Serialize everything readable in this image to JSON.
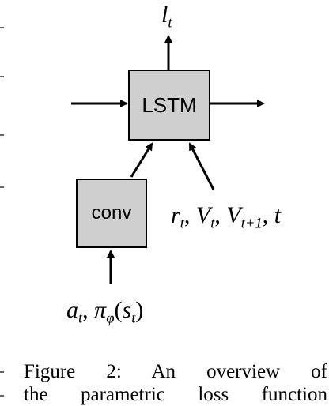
{
  "nodes": {
    "lstm": "LSTM",
    "conv": "conv"
  },
  "labels": {
    "output": {
      "var": "l",
      "sub": "t"
    },
    "side_inputs": [
      {
        "var": "r",
        "sub": "t",
        "sep": ", "
      },
      {
        "var": "V",
        "sub": "t",
        "sep": ", "
      },
      {
        "var": "V",
        "sub": "t+1",
        "sep": ", "
      },
      {
        "var": "t",
        "sub": "",
        "sep": ""
      }
    ],
    "input": {
      "a_var": "a",
      "a_sub": "t",
      "sep": ", ",
      "pi": "π",
      "pi_sub": "φ",
      "open": "(",
      "s_var": "s",
      "s_sub": "t",
      "close": ")"
    }
  },
  "caption": {
    "line1": "Figure 2: An overview of",
    "line2": "the parametric loss function"
  }
}
